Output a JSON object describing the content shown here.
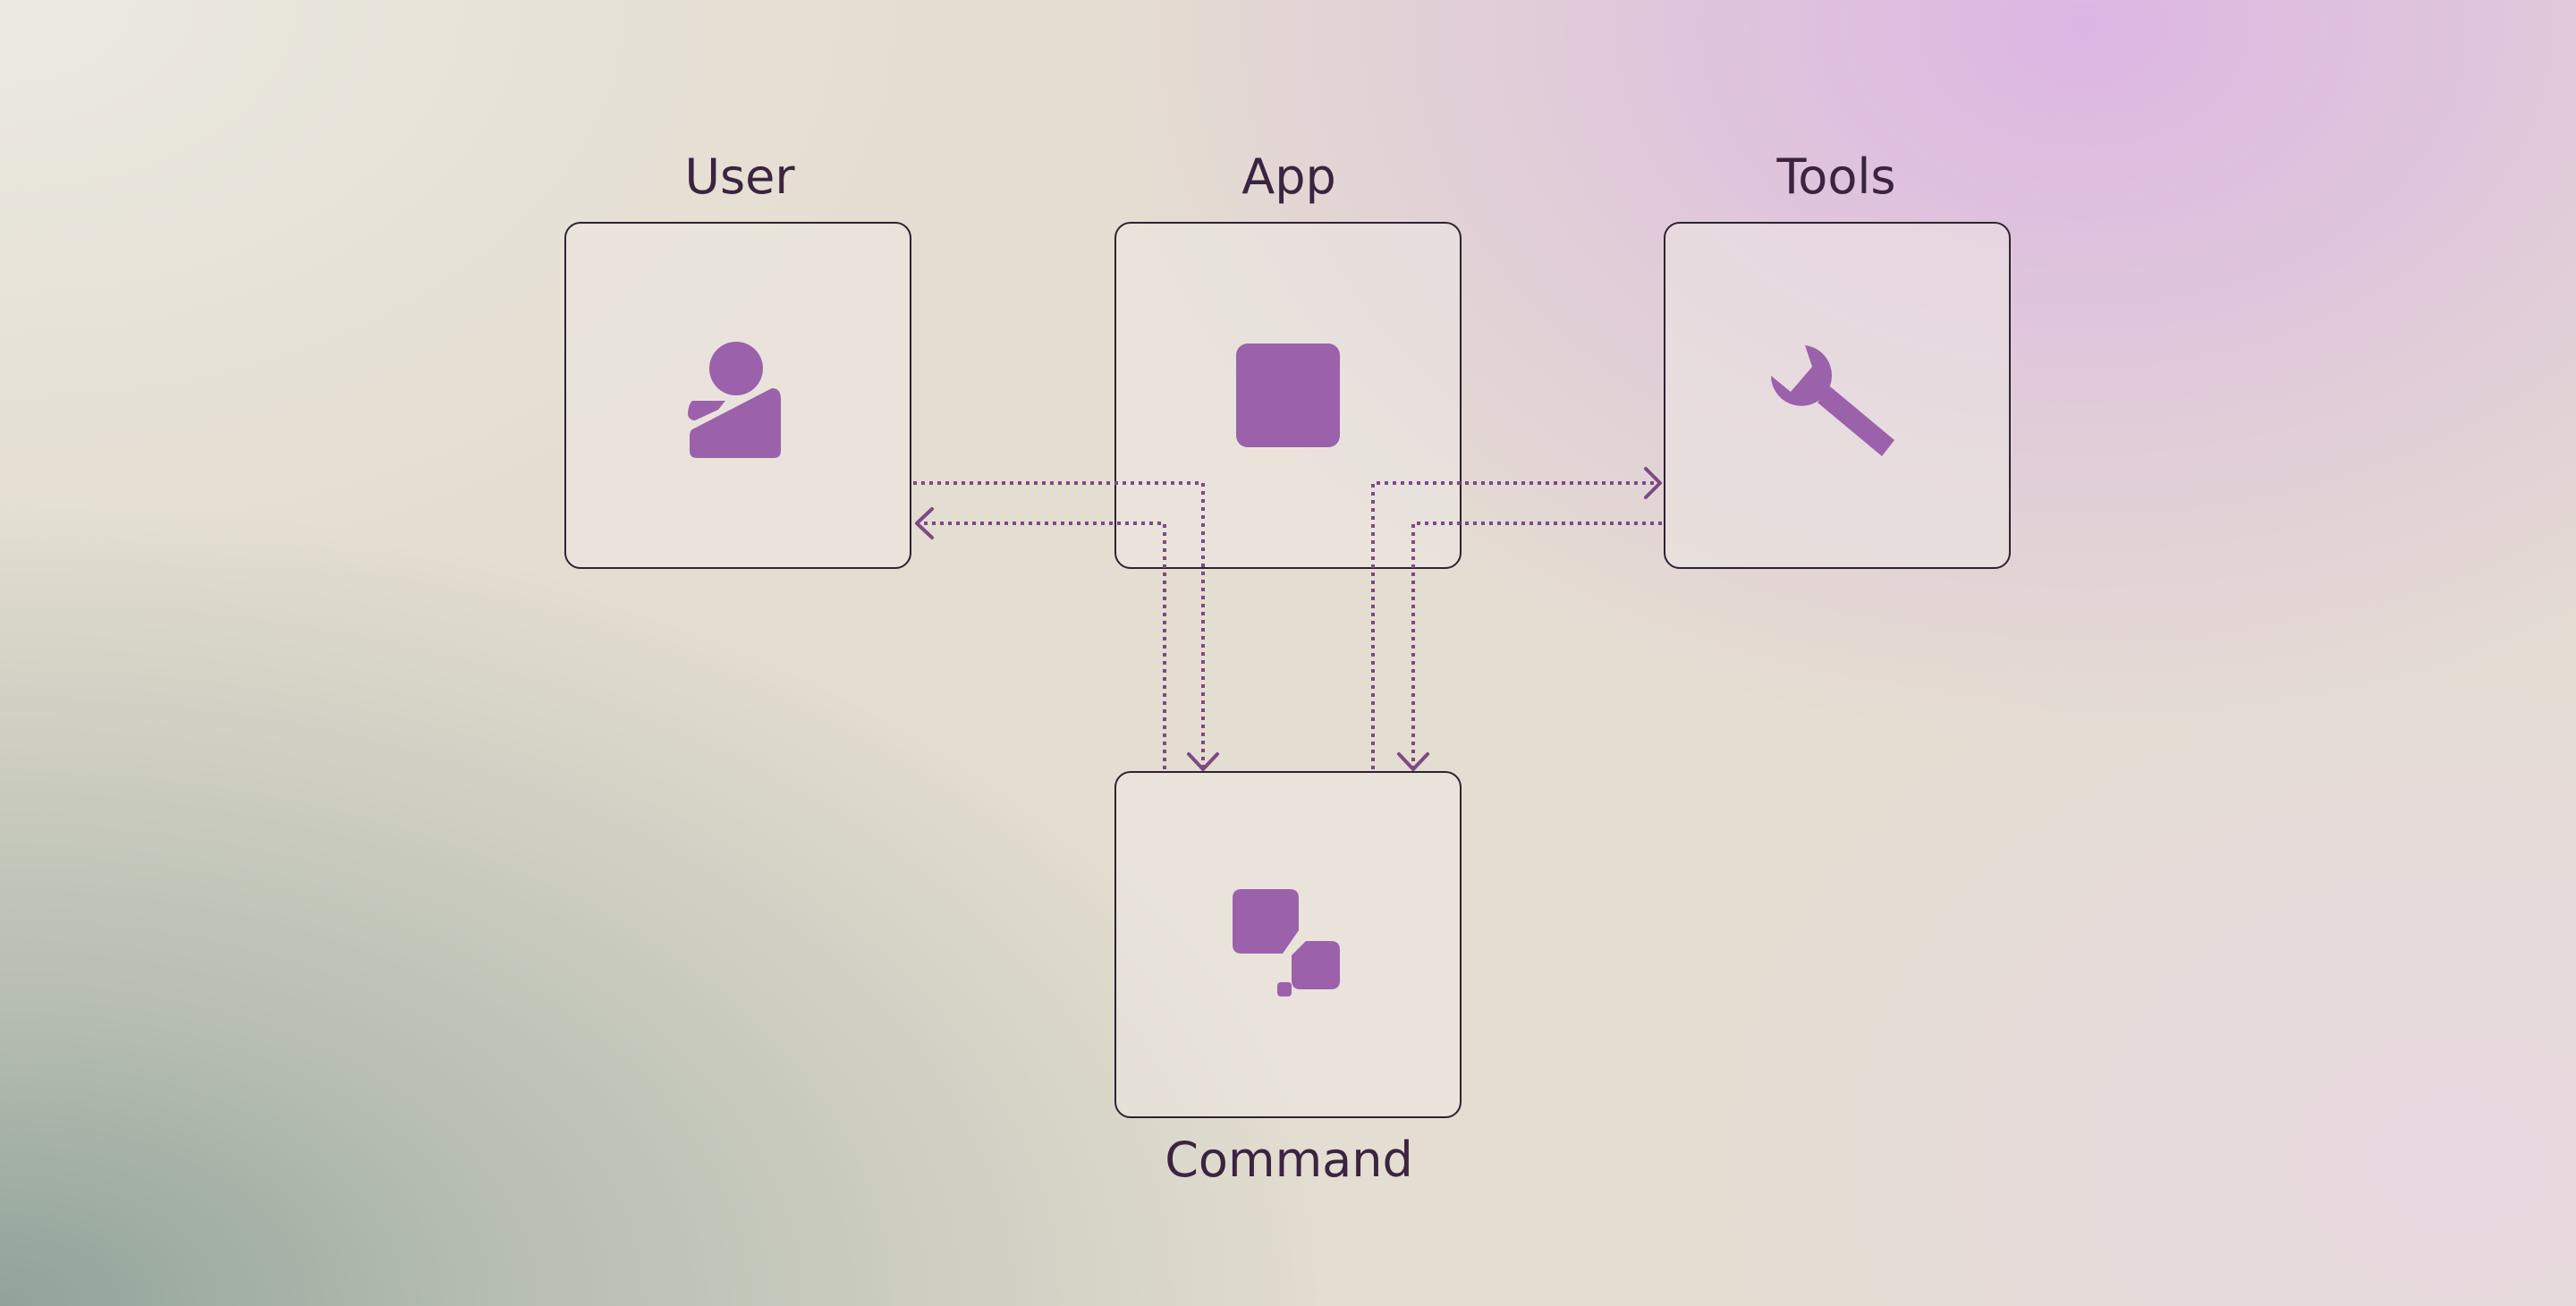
{
  "diagram": {
    "nodes": {
      "user": {
        "label": "User",
        "icon": "person-icon"
      },
      "app": {
        "label": "App",
        "icon": "square-icon"
      },
      "tools": {
        "label": "Tools",
        "icon": "wrench-icon"
      },
      "command": {
        "label": "Command",
        "icon": "shapes-icon"
      }
    },
    "edges": [
      {
        "from": "user",
        "to": "command",
        "style": "dotted"
      },
      {
        "from": "command",
        "to": "user",
        "style": "dotted"
      },
      {
        "from": "command",
        "to": "tools",
        "style": "dotted"
      },
      {
        "from": "tools",
        "to": "command",
        "style": "dotted"
      }
    ],
    "colors": {
      "accent": "#9b62ab",
      "wire": "#7c4a86",
      "border": "#2e2230",
      "text": "#3a2440"
    }
  }
}
